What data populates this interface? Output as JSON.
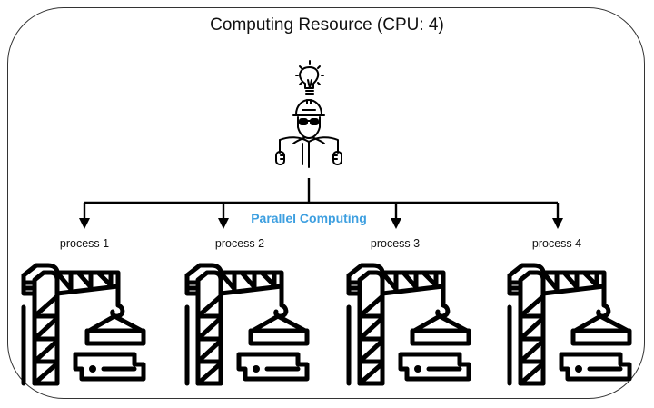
{
  "diagram": {
    "title": "Computing Resource (CPU: 4)",
    "central_node": {
      "icon": "engineer-with-blueprint-icon",
      "idea_icon": "lightbulb-icon"
    },
    "connector_label": "Parallel Computing",
    "connector_label_color": "#3d9fe0",
    "stroke_color": "#000000",
    "processes": [
      {
        "label": "process 1",
        "icon": "crane-icon"
      },
      {
        "label": "process 2",
        "icon": "crane-icon"
      },
      {
        "label": "process 3",
        "icon": "crane-icon"
      },
      {
        "label": "process 4",
        "icon": "crane-icon"
      }
    ]
  }
}
